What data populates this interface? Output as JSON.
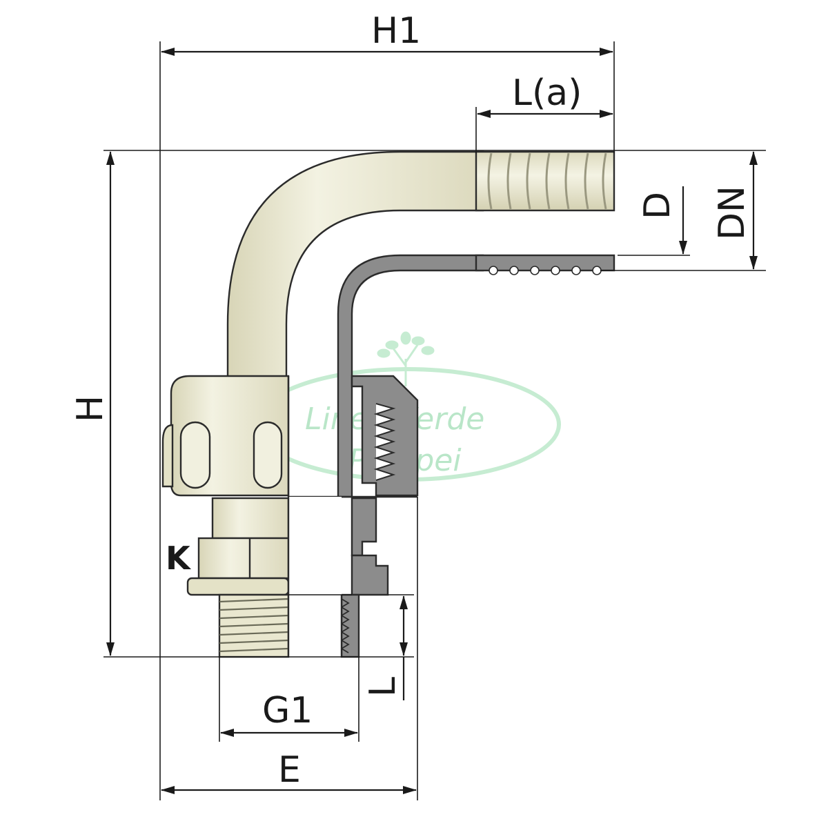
{
  "dimensions": {
    "h1": "H1",
    "la": "L(a)",
    "d": "D",
    "dn": "DN",
    "h": "H",
    "k": "K",
    "l": "L",
    "g1": "G1",
    "e": "E"
  },
  "watermark": {
    "line1": "Linea Verde",
    "line2": "Pompei"
  },
  "colors": {
    "body": "#e9e7cf",
    "section": "#8c8c8c",
    "line": "#1a1a1a",
    "watermark": "#b9e6c8"
  }
}
